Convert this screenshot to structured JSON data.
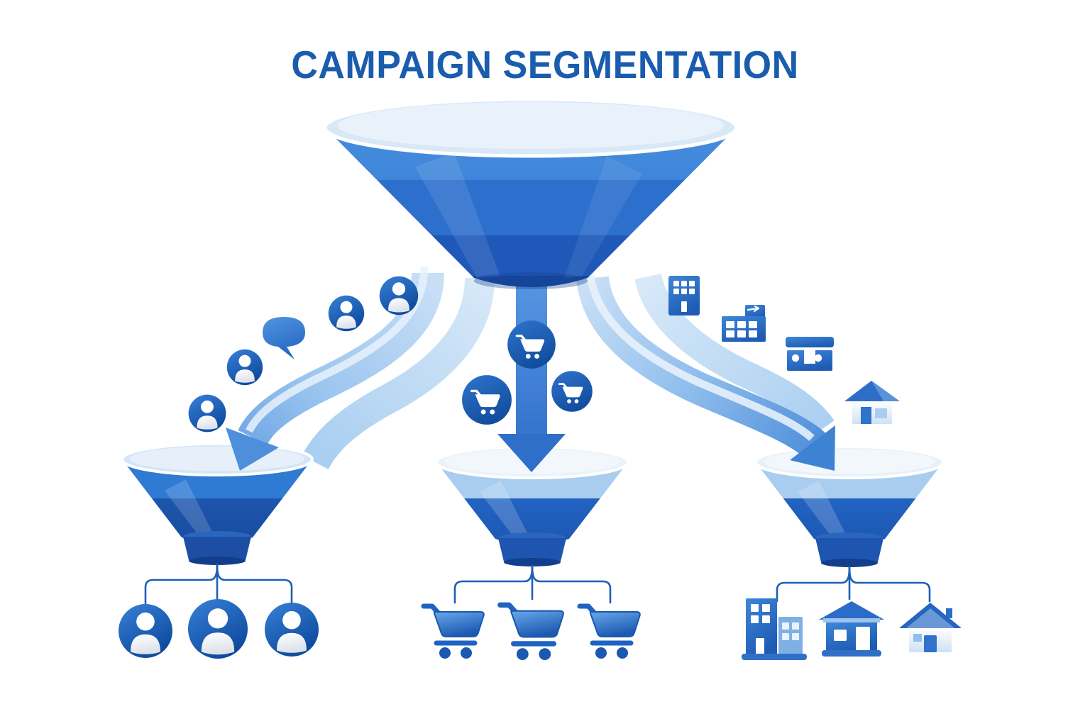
{
  "title": "CAMPAIGN SEGMENTATION",
  "palette": {
    "title_blue": "#1a5cae",
    "funnel_top_band": "#4289dc",
    "funnel_mid_band": "#2d6fcd",
    "funnel_low_band": "#1f58b8",
    "funnel_tip": "#16479f",
    "funnel_interior": "#d9e8f7",
    "ribbon_light": "#bcd9f3",
    "ribbon_highlight": "#e8f2fc",
    "arrow_medium": "#3e82d4",
    "icon_blue": "#2e74cc",
    "icon_blue_dark": "#0e4a9e",
    "connector_line": "#1d5fb5",
    "background": "#ffffff"
  },
  "diagram": {
    "funnels": [
      "main-funnel",
      "left-sub-funnel",
      "middle-sub-funnel",
      "right-sub-funnel"
    ],
    "left_branch_icons": [
      "person-icon",
      "person-icon",
      "speech-bubble-icon",
      "person-icon",
      "person-icon"
    ],
    "middle_branch_icons": [
      "shopping-cart-circle-icon",
      "shopping-cart-circle-icon",
      "shopping-cart-circle-icon"
    ],
    "right_branch_icons": [
      "office-building-icon",
      "commercial-building-icon",
      "storefront-icon",
      "house-icon"
    ],
    "left_output_icons": [
      "person-icon",
      "person-icon",
      "person-icon"
    ],
    "middle_output_icons": [
      "shopping-cart-icon",
      "shopping-cart-icon",
      "shopping-cart-icon"
    ],
    "right_output_icons": [
      "office-buildings-icon",
      "shop-house-icon",
      "house-icon"
    ]
  }
}
